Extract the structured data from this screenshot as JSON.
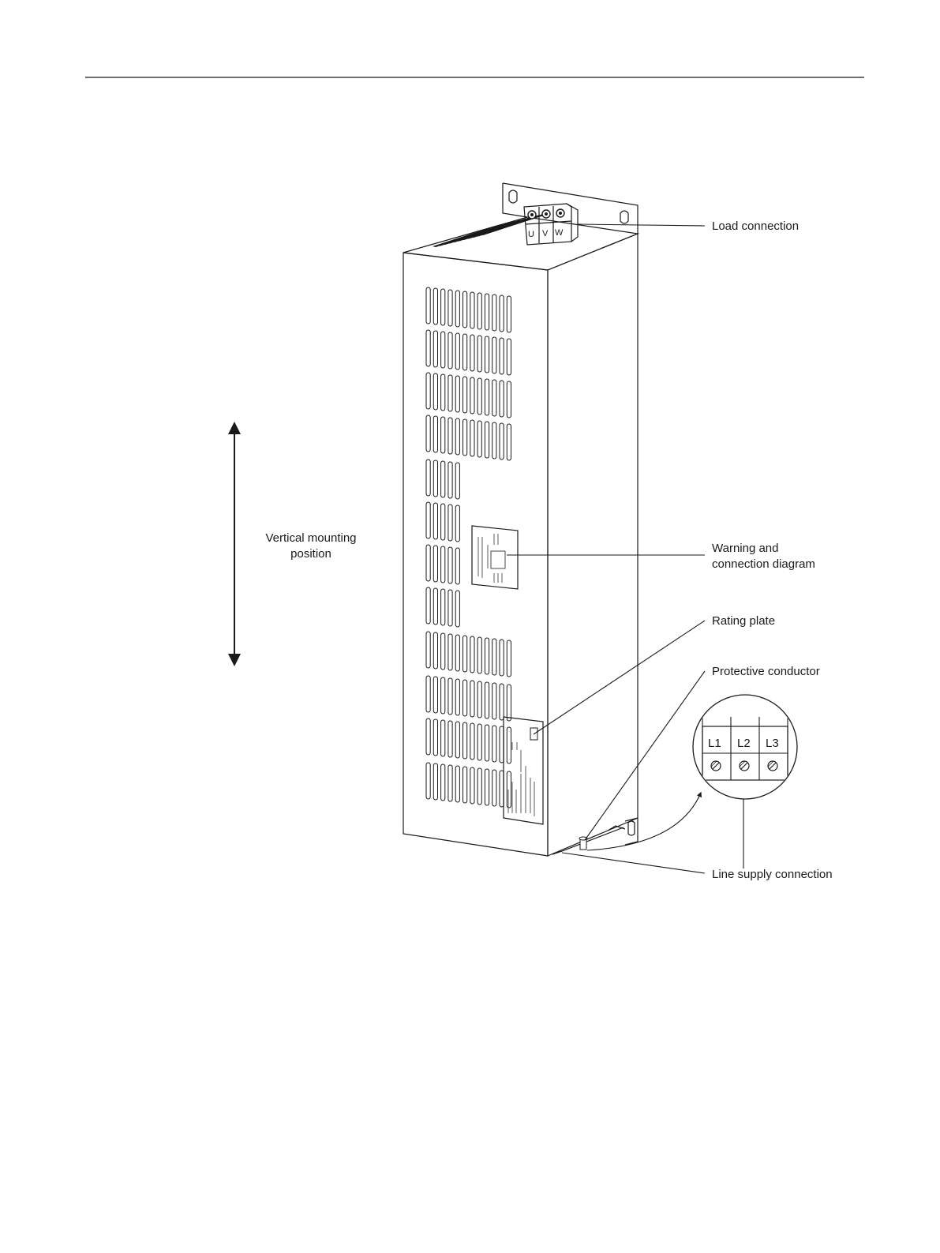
{
  "labels": {
    "load_connection": "Load connection",
    "warning_line1": "Warning and",
    "warning_line2": "connection diagram",
    "rating_plate": "Rating plate",
    "protective_conductor": "Protective conductor",
    "line_supply_connection": "Line supply connection",
    "vertical_line1": "Vertical mounting",
    "vertical_line2": "position"
  },
  "terminals": {
    "load": [
      "U",
      "V",
      "W"
    ],
    "line": [
      "L1",
      "L2",
      "L3"
    ]
  },
  "colors": {
    "ink": "#1a1a1a",
    "paper": "#ffffff"
  },
  "icons": {
    "arrow": "double-headed-vertical-arrow",
    "screw": "terminal-screw-icon"
  }
}
